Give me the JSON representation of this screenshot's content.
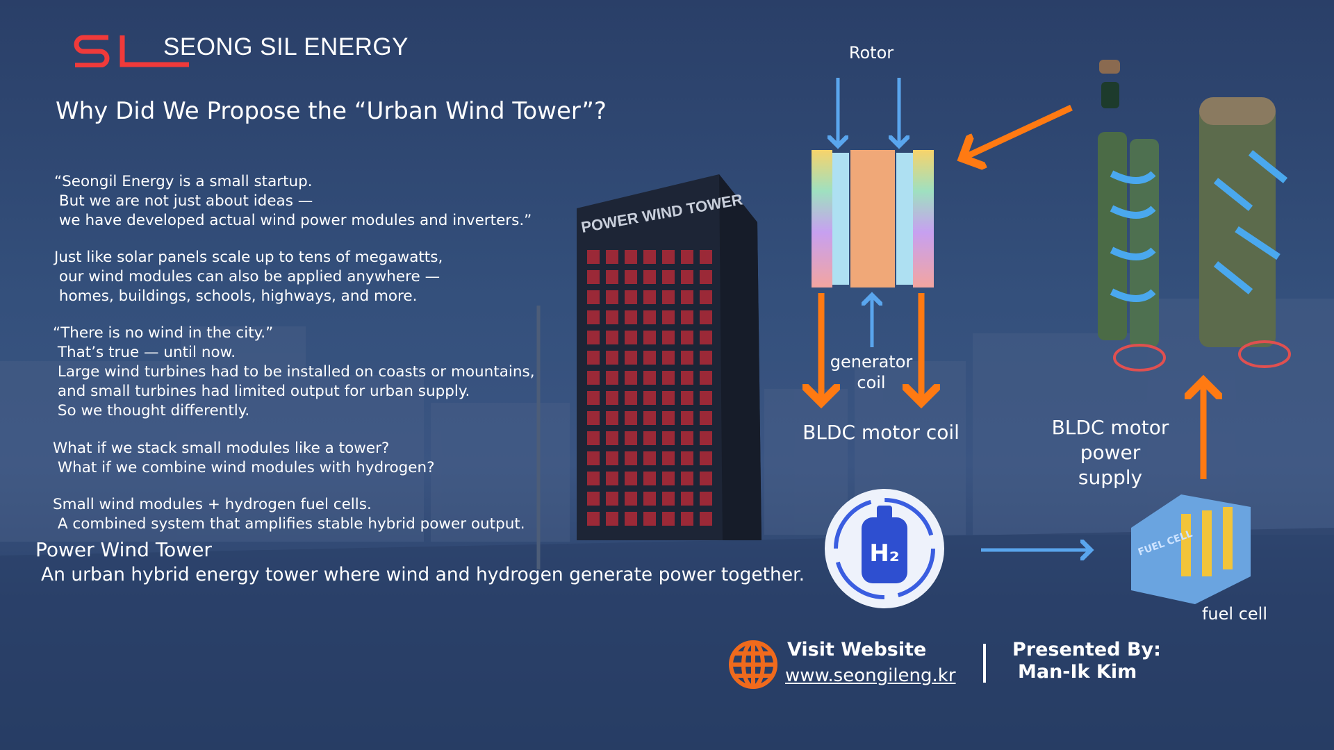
{
  "brand": {
    "logo_mark": "SL",
    "name": "SEONG SIL ENERGY",
    "accent": "#f03a3a"
  },
  "title": "Why Did We Propose the “Urban Wind Tower”?",
  "paragraphs": [
    [
      "“Seongil Energy is a small startup.",
      " But we are not just about ideas —",
      " we have developed actual wind power modules and inverters.”"
    ],
    [
      "Just like solar panels scale up to tens of megawatts,",
      " our wind modules can also be applied anywhere —",
      " homes, buildings, schools, highways, and more."
    ],
    [
      "“There is no wind in the city.”",
      " That’s true — until now.",
      " Large wind turbines had to be installed on coasts or mountains,",
      " and small turbines had limited output for urban supply.",
      " So we thought differently."
    ],
    [
      "What if we stack small modules like a tower?",
      " What if we combine wind modules with hydrogen?"
    ],
    [
      "Small wind modules + hydrogen fuel cells.",
      " A combined system that amplifies stable hybrid power output."
    ]
  ],
  "tower": {
    "heading": "Power Wind Tower",
    "subtitle": "An urban hybrid energy tower where wind and hydrogen generate power together.",
    "building_sign": "POWER WIND TOWER"
  },
  "diagram": {
    "rotor": "Rotor",
    "generator_coil_l1": "generator",
    "generator_coil_l2": "coil",
    "bldc_coil": "BLDC motor coil",
    "bldc_supply_l1": "BLDC motor",
    "bldc_supply_l2": "power",
    "bldc_supply_l3": "supply",
    "fuel_cell": "fuel cell",
    "h2": "H₂",
    "fuel_cell_block": "FUEL CELL",
    "arrow_orange": "#ff7a12",
    "arrow_blue": "#5aa6ee"
  },
  "footer": {
    "visit_label": "Visit Website",
    "url": "www.seongileng.kr",
    "presented_label": "Presented By:",
    "presenter": "Man-Ik Kim",
    "globe_color": "#f06a1c"
  }
}
